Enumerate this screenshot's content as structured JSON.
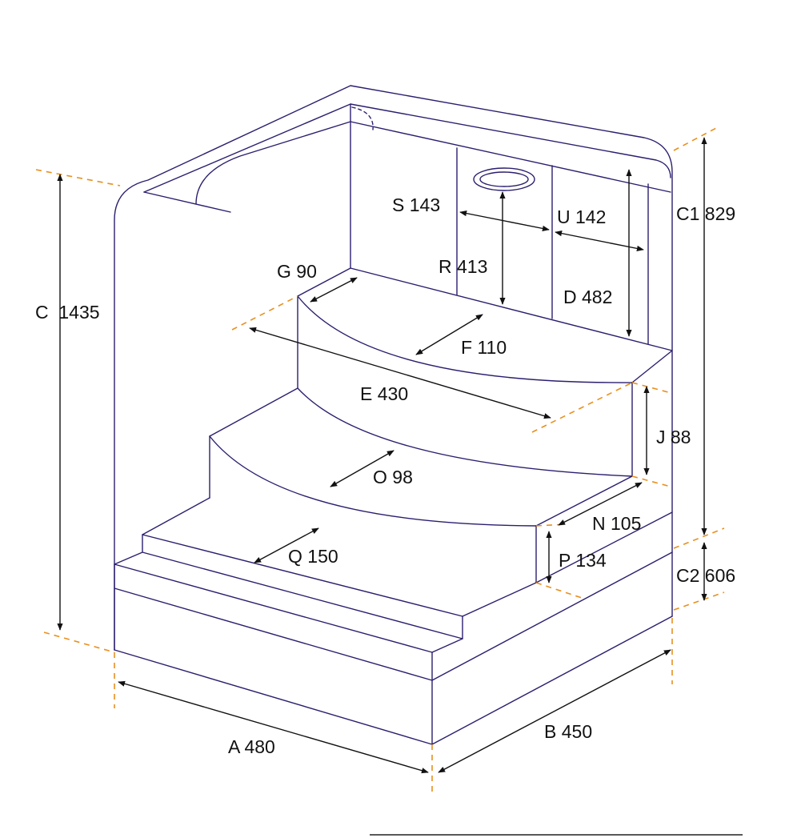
{
  "colors": {
    "outline": "#2a1f6e",
    "guide": "#e8901e",
    "dimension": "#111111"
  },
  "dimensions": {
    "A": "A 480",
    "B": "B 450",
    "C": "C  1435",
    "C1": "C1 829",
    "C2": "C2 606",
    "D": "D 482",
    "E": "E 430",
    "F": "F 110",
    "G": "G 90",
    "J": "J 88",
    "N": "N 105",
    "O": "O 98",
    "P": "P 134",
    "Q": "Q 150",
    "R": "R 413",
    "S": "S 143",
    "U": "U 142"
  }
}
